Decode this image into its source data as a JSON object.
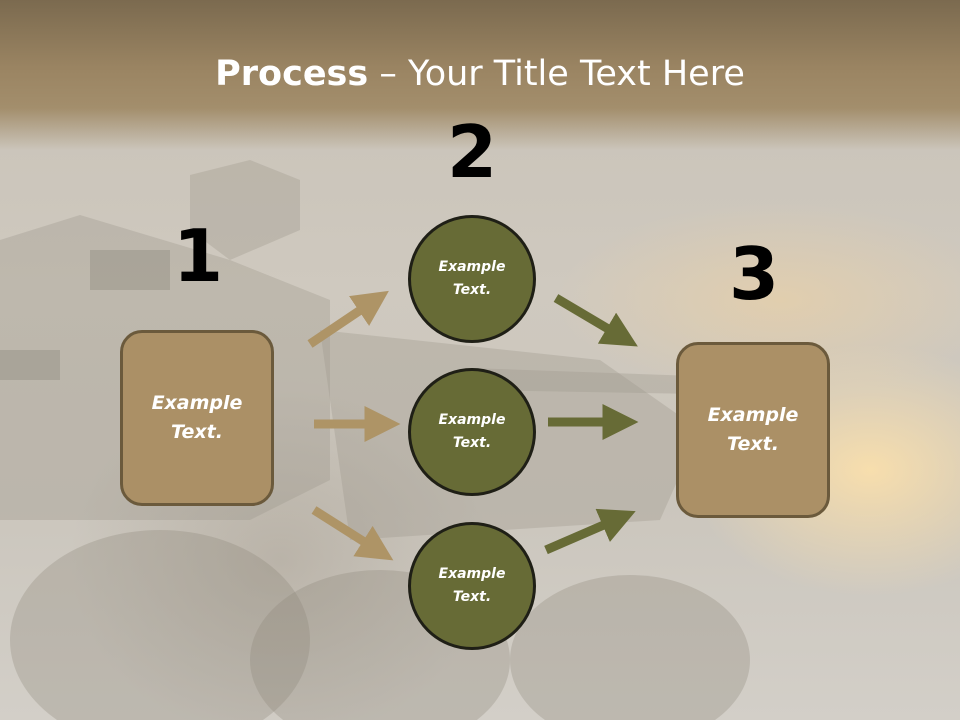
{
  "slide": {
    "title_bold": "Process",
    "title_rest": " – Your Title Text Here"
  },
  "steps": [
    {
      "number": "1",
      "label": "Example Text."
    },
    {
      "number": "2",
      "items": [
        "Example Text.",
        "Example Text.",
        "Example Text."
      ]
    },
    {
      "number": "3",
      "label": "Example Text."
    }
  ],
  "colors": {
    "box_fill": "#ab9066",
    "box_border": "#6b5a3c",
    "circle_fill": "#676b36",
    "tan_arrow": "#ae9466",
    "olive_arrow": "#676b36"
  }
}
